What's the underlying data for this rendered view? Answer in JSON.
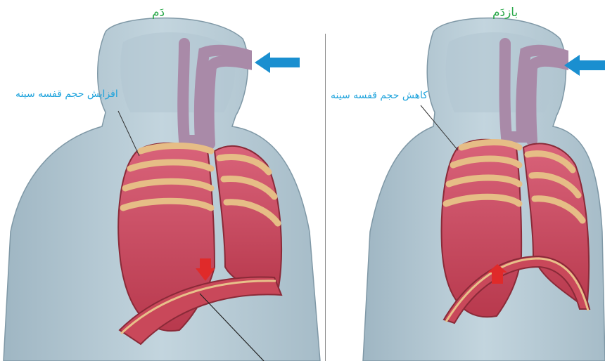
{
  "colors": {
    "title_green": "#2aa84a",
    "callout_blue": "#1ea3dc",
    "body_blue": "#b9ccd6",
    "body_shadow": "#8fa9b7",
    "lung_red": "#cf4c5e",
    "lung_dark": "#a8303f",
    "rib_tan": "#e8c08a",
    "trachea_purple": "#a98aa8",
    "airflow_arrow": "#1a8fd0",
    "diaphragm_arrow": "#e02a2a"
  },
  "panels": {
    "inhale": {
      "title": "دَم",
      "callout": "افزایش حجم قفسه سینه",
      "diaphragm_direction": "down"
    },
    "exhale": {
      "title": "بازدَم",
      "callout": "کاهش حجم قفسه سینه",
      "diaphragm_direction": "up"
    }
  }
}
